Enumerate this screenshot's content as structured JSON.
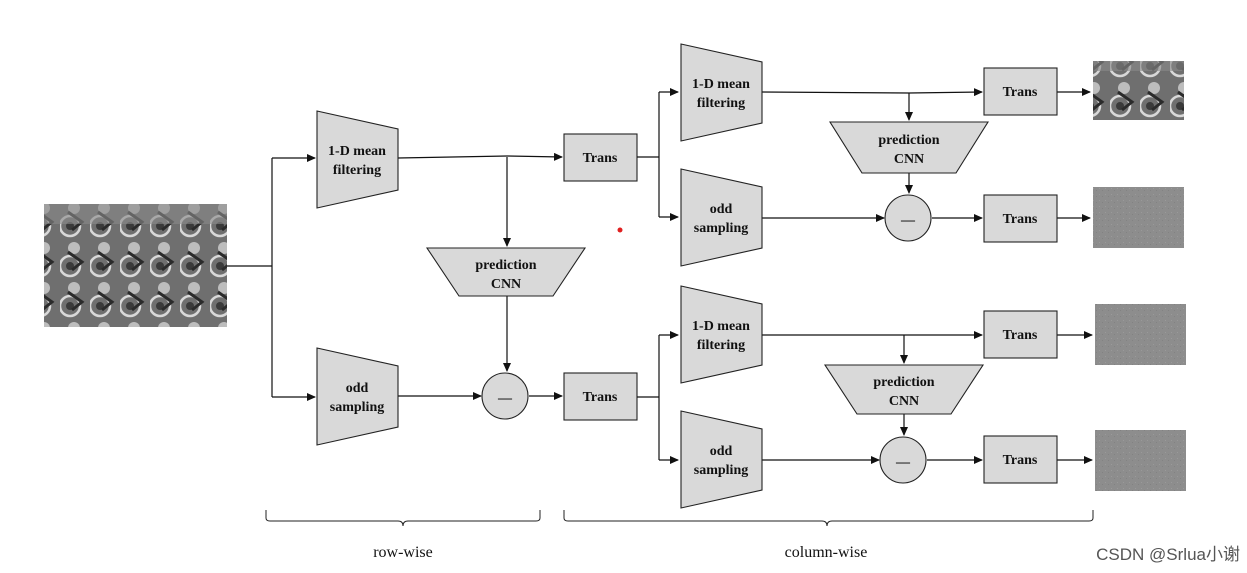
{
  "nodes": {
    "mean_filtering_label": [
      "1-D mean",
      "filtering"
    ],
    "odd_sampling_label": [
      "odd",
      "sampling"
    ],
    "prediction_cnn_label": [
      "prediction",
      "CNN"
    ],
    "trans_label": "Trans",
    "subtract_symbol": "—"
  },
  "groups": {
    "row_wise": "row-wise",
    "column_wise": "column-wise"
  },
  "watermark": "CSDN @Srlua小谢",
  "colors": {
    "block_fill": "#d9d9d9",
    "block_stroke": "#222222",
    "residual_gray": "#8c8c8c",
    "marker_red": "#e02020"
  },
  "icons": {
    "input_image": "motocross-riders-photo",
    "low_output": "motocross-riders-thumbnail",
    "residual_outputs": "gray-residual-image"
  }
}
